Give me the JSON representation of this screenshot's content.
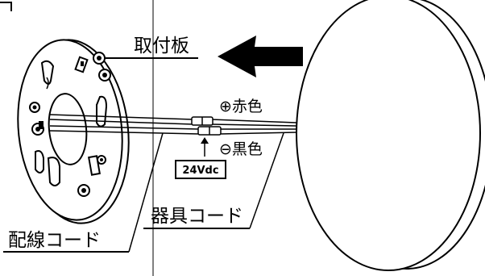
{
  "labels": {
    "mounting_plate": "取付板",
    "positive_wire": "⊕赤色",
    "negative_wire": "⊖黒色",
    "voltage": "24Vdc",
    "fixture_cord": "器具コード",
    "wiring_cord": "配線コード"
  },
  "colors": {
    "line": "#000000",
    "background": "#ffffff"
  }
}
